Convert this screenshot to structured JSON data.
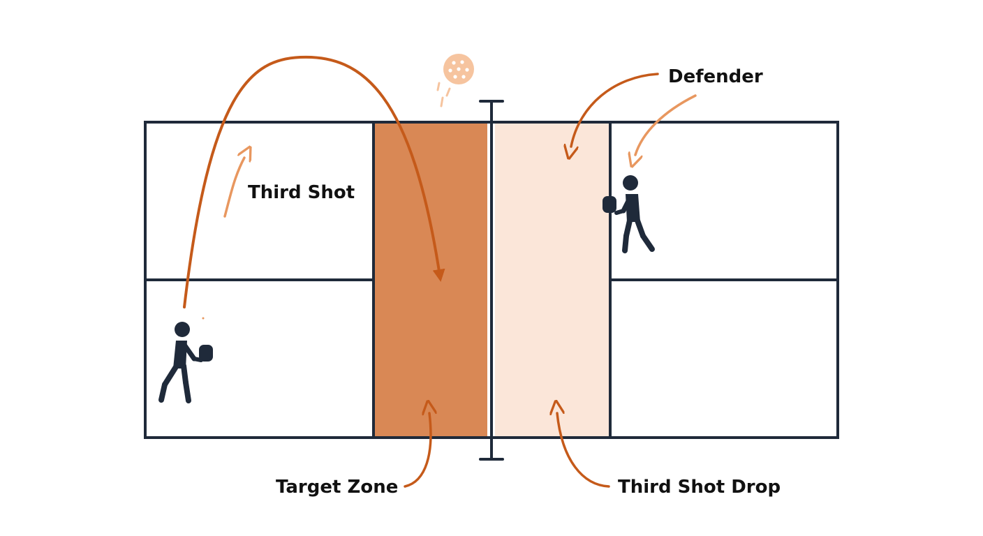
{
  "labels": {
    "third_shot": "Third Shot",
    "defender": "Defender",
    "target_zone": "Target Zone",
    "third_shot_drop": "Third Shot Drop"
  },
  "colors": {
    "court_line": "#1f2a3a",
    "target_zone_fill": "#d98855",
    "drop_zone_fill": "#fbe6d9",
    "arrow_dark": "#c55a1a",
    "arrow_light": "#e8975f",
    "ball": "#f6c49f",
    "player": "#1f2a3a"
  },
  "icons": {
    "ball": "pickleball-icon",
    "server_player": "player-with-paddle-icon",
    "defender_player": "player-with-paddle-icon"
  }
}
